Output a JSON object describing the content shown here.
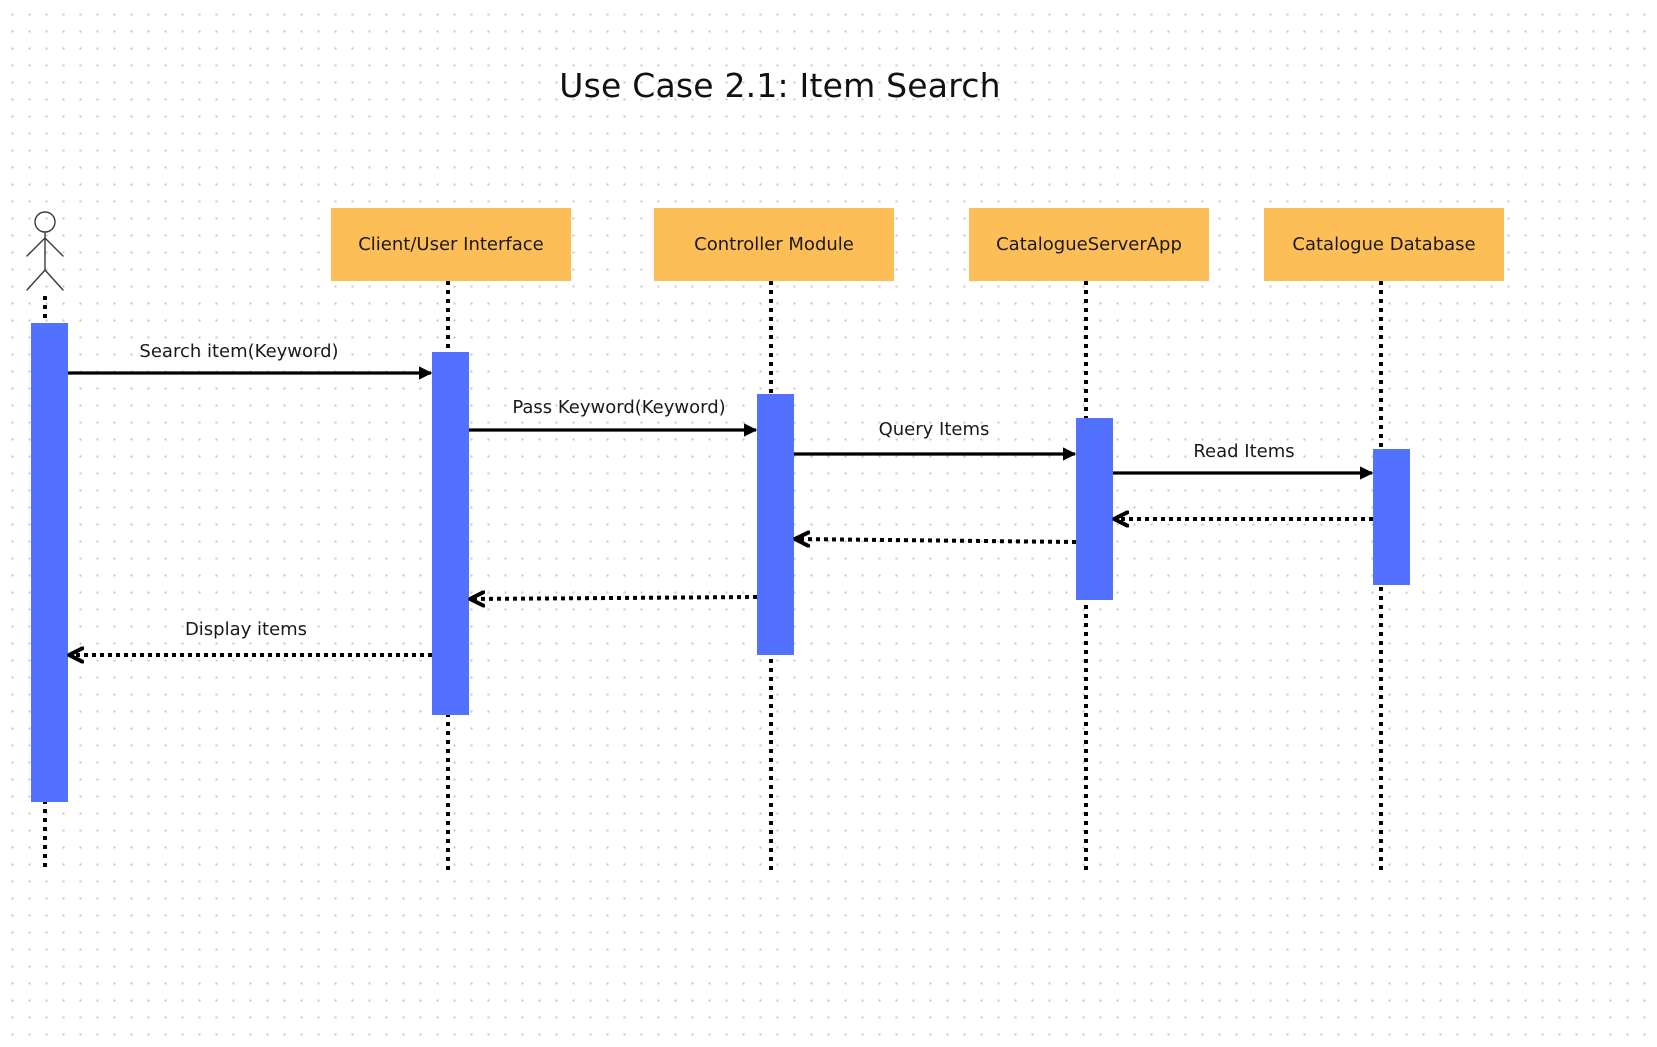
{
  "diagram": {
    "title": "Use Case 2.1: Item Search",
    "participants": [
      {
        "id": "actor",
        "kind": "actor",
        "label": ""
      },
      {
        "id": "ui",
        "kind": "box",
        "label": "Client/User Interface"
      },
      {
        "id": "controller",
        "kind": "box",
        "label": "Controller Module"
      },
      {
        "id": "server",
        "kind": "box",
        "label": "CatalogueServerApp"
      },
      {
        "id": "db",
        "kind": "box",
        "label": "Catalogue Database"
      }
    ],
    "messages": [
      {
        "from": "actor",
        "to": "ui",
        "label": "Search item(Keyword)",
        "style": "solid"
      },
      {
        "from": "ui",
        "to": "controller",
        "label": "Pass Keyword(Keyword)",
        "style": "solid"
      },
      {
        "from": "controller",
        "to": "server",
        "label": "Query Items",
        "style": "solid"
      },
      {
        "from": "server",
        "to": "db",
        "label": "Read Items",
        "style": "solid"
      },
      {
        "from": "db",
        "to": "server",
        "label": "",
        "style": "dotted"
      },
      {
        "from": "server",
        "to": "controller",
        "label": "",
        "style": "dotted"
      },
      {
        "from": "controller",
        "to": "ui",
        "label": "",
        "style": "dotted"
      },
      {
        "from": "ui",
        "to": "actor",
        "label": "Display items",
        "style": "dotted"
      }
    ],
    "colors": {
      "participant_box": "#FDBE58",
      "activation_bar": "#5271FF",
      "line": "#000000",
      "text": "#1a1a1a"
    }
  }
}
